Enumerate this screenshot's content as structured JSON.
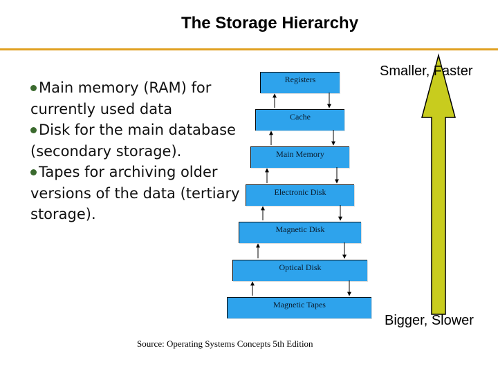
{
  "title": "The Storage Hierarchy",
  "bullets": [
    {
      "lines": [
        "Main memory (RAM) for",
        "currently used data"
      ]
    },
    {
      "lines": [
        "Disk for the main database",
        "(secondary storage)."
      ]
    },
    {
      "lines": [
        "Tapes for archiving older",
        "versions of the data (tertiary",
        "storage)."
      ]
    }
  ],
  "hierarchy": [
    "Registers",
    "Cache",
    "Main Memory",
    "Electronic Disk",
    "Magnetic Disk",
    "Optical Disk",
    "Magnetic Tapes"
  ],
  "arrow": {
    "top_label": "Smaller, Faster",
    "bottom_label": "Bigger, Slower"
  },
  "source": "Source: Operating Systems Concepts 5th Edition",
  "colors": {
    "accent_rule": "#e0a020",
    "level_fill": "#2ea3ec",
    "arrow_fill": "#c8cc1e"
  }
}
